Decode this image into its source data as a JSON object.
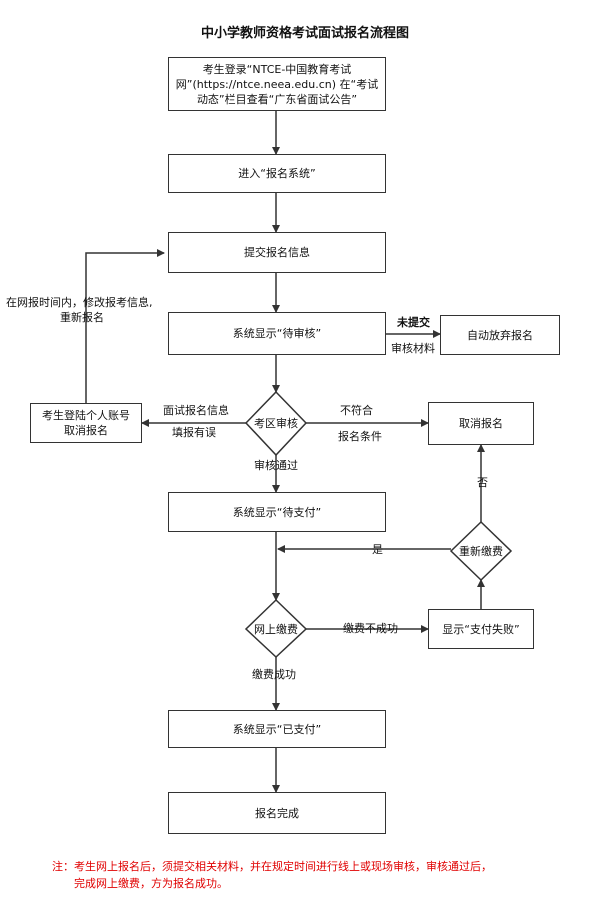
{
  "title": "中小学教师资格考试面试报名流程图",
  "nodes": {
    "login": "考生登录“NTCE-中国教育考试网”(https://ntce.neea.edu.cn) 在“考试动态”栏目查看“广东省面试公告”",
    "enter": "进入“报名系统”",
    "submit": "提交报名信息",
    "pending": "系统显示“待审核”",
    "abandon": "自动放弃报名",
    "cancel_account": "考生登陆个人账号取消报名",
    "review": "考区审核",
    "cancel": "取消报名",
    "wait_pay": "系统显示“待支付”",
    "repay": "重新缴费",
    "pay": "网上缴费",
    "pay_fail": "显示“支付失败”",
    "paid": "系统显示“已支付”",
    "done": "报名完成"
  },
  "edges": {
    "no_submit_1": "未提交",
    "no_submit_2": "审核材料",
    "modify_1": "在网报时间内，修改报考信息,",
    "modify_2": "重新报名",
    "wrong_1": "面试报名信息",
    "wrong_2": "填报有误",
    "notmatch_1": "不符合",
    "notmatch_2": "报名条件",
    "pass": "审核通过",
    "no": "否",
    "yes": "是",
    "pay_fail": "缴费不成功",
    "pay_ok": "缴费成功"
  },
  "note": {
    "line1": "注：考生网上报名后，须提交相关材料，并在规定时间进行线上或现场审核，审核通过后，",
    "line2": "完成网上缴费，方为报名成功。"
  }
}
